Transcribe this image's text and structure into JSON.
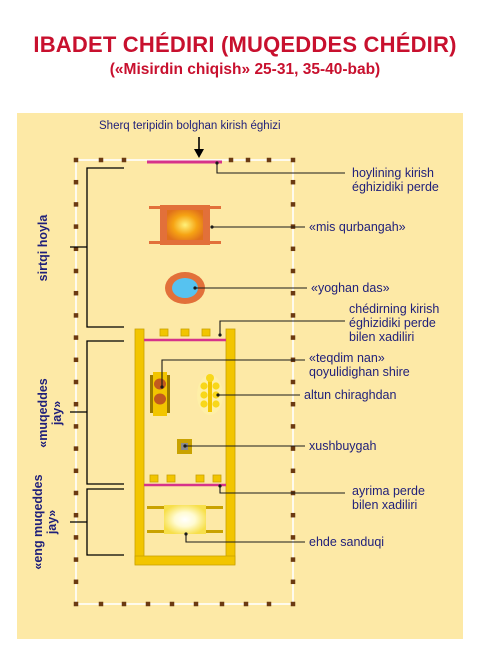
{
  "title": "IBADET CHÉDIRI (MUQEDDES CHÉDIR)",
  "subtitle": "(«Misirdin chiqish» 25-31, 35-40-bab)",
  "entrance_label": "Sherq teripidin bolghan kirish éghizi",
  "side_labels": {
    "courtyard": "sirtqi hoyla",
    "holy_place_line1": "«muqeddes",
    "holy_place_line2": "jay»",
    "holiest_line1": "«eng muqeddes",
    "holiest_line2": "jay»"
  },
  "callouts": {
    "court_gate_curtain_line1": "hoylining kirish",
    "court_gate_curtain_line2": "éghizidiki perde",
    "bronze_altar": "«mis qurbangah»",
    "laver": "«yoghan das»",
    "tent_door_line1": "chédirning kirish",
    "tent_door_line2": "éghizidiki perde",
    "tent_door_line3": "bilen xadiliri",
    "showbread_line1": "«teqdim nan»",
    "showbread_line2": "qoyulidighan shire",
    "lampstand": "altun chiraghdan",
    "incense_altar": "xushbuygah",
    "veil_line1": "ayrima perde",
    "veil_line2": "bilen xadiliri",
    "ark": "ehde sanduqi"
  },
  "colors": {
    "title_red": "#c8102e",
    "panel_yellow": "#fde9a6",
    "gold": "#f2c500",
    "gold_edge": "#c9a200",
    "curtain_magenta": "#d6338a",
    "post_brown": "#6b3a12",
    "bronze": "#e2703a",
    "water_blue": "#56c2f0",
    "label_navy": "#1f1f7a"
  }
}
